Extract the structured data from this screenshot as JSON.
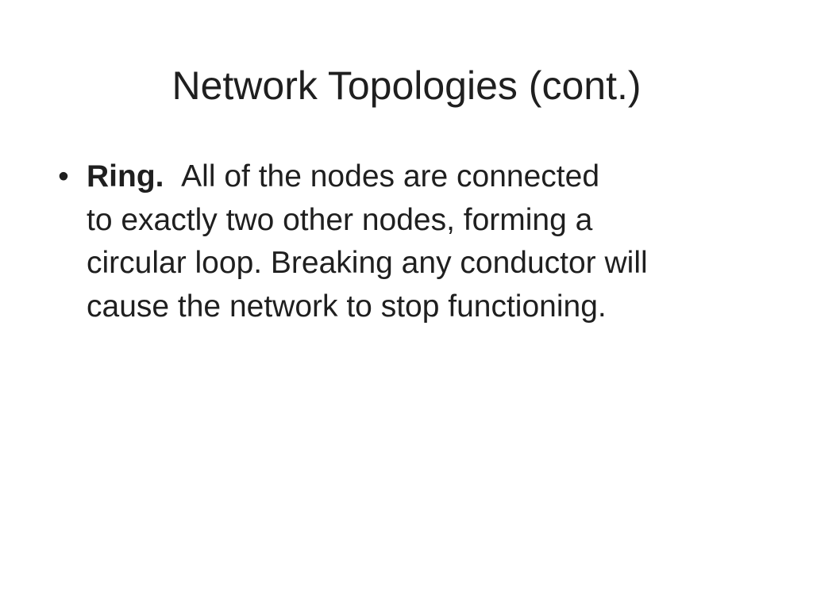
{
  "slide": {
    "title": "Network Topologies (cont.)",
    "bullets": [
      {
        "marker": "•",
        "term": "Ring.",
        "lines": [
          "All of the nodes are connected",
          "to exactly two other nodes, forming a",
          "circular loop. Breaking any conductor will",
          "cause the network to stop functioning."
        ]
      }
    ]
  }
}
